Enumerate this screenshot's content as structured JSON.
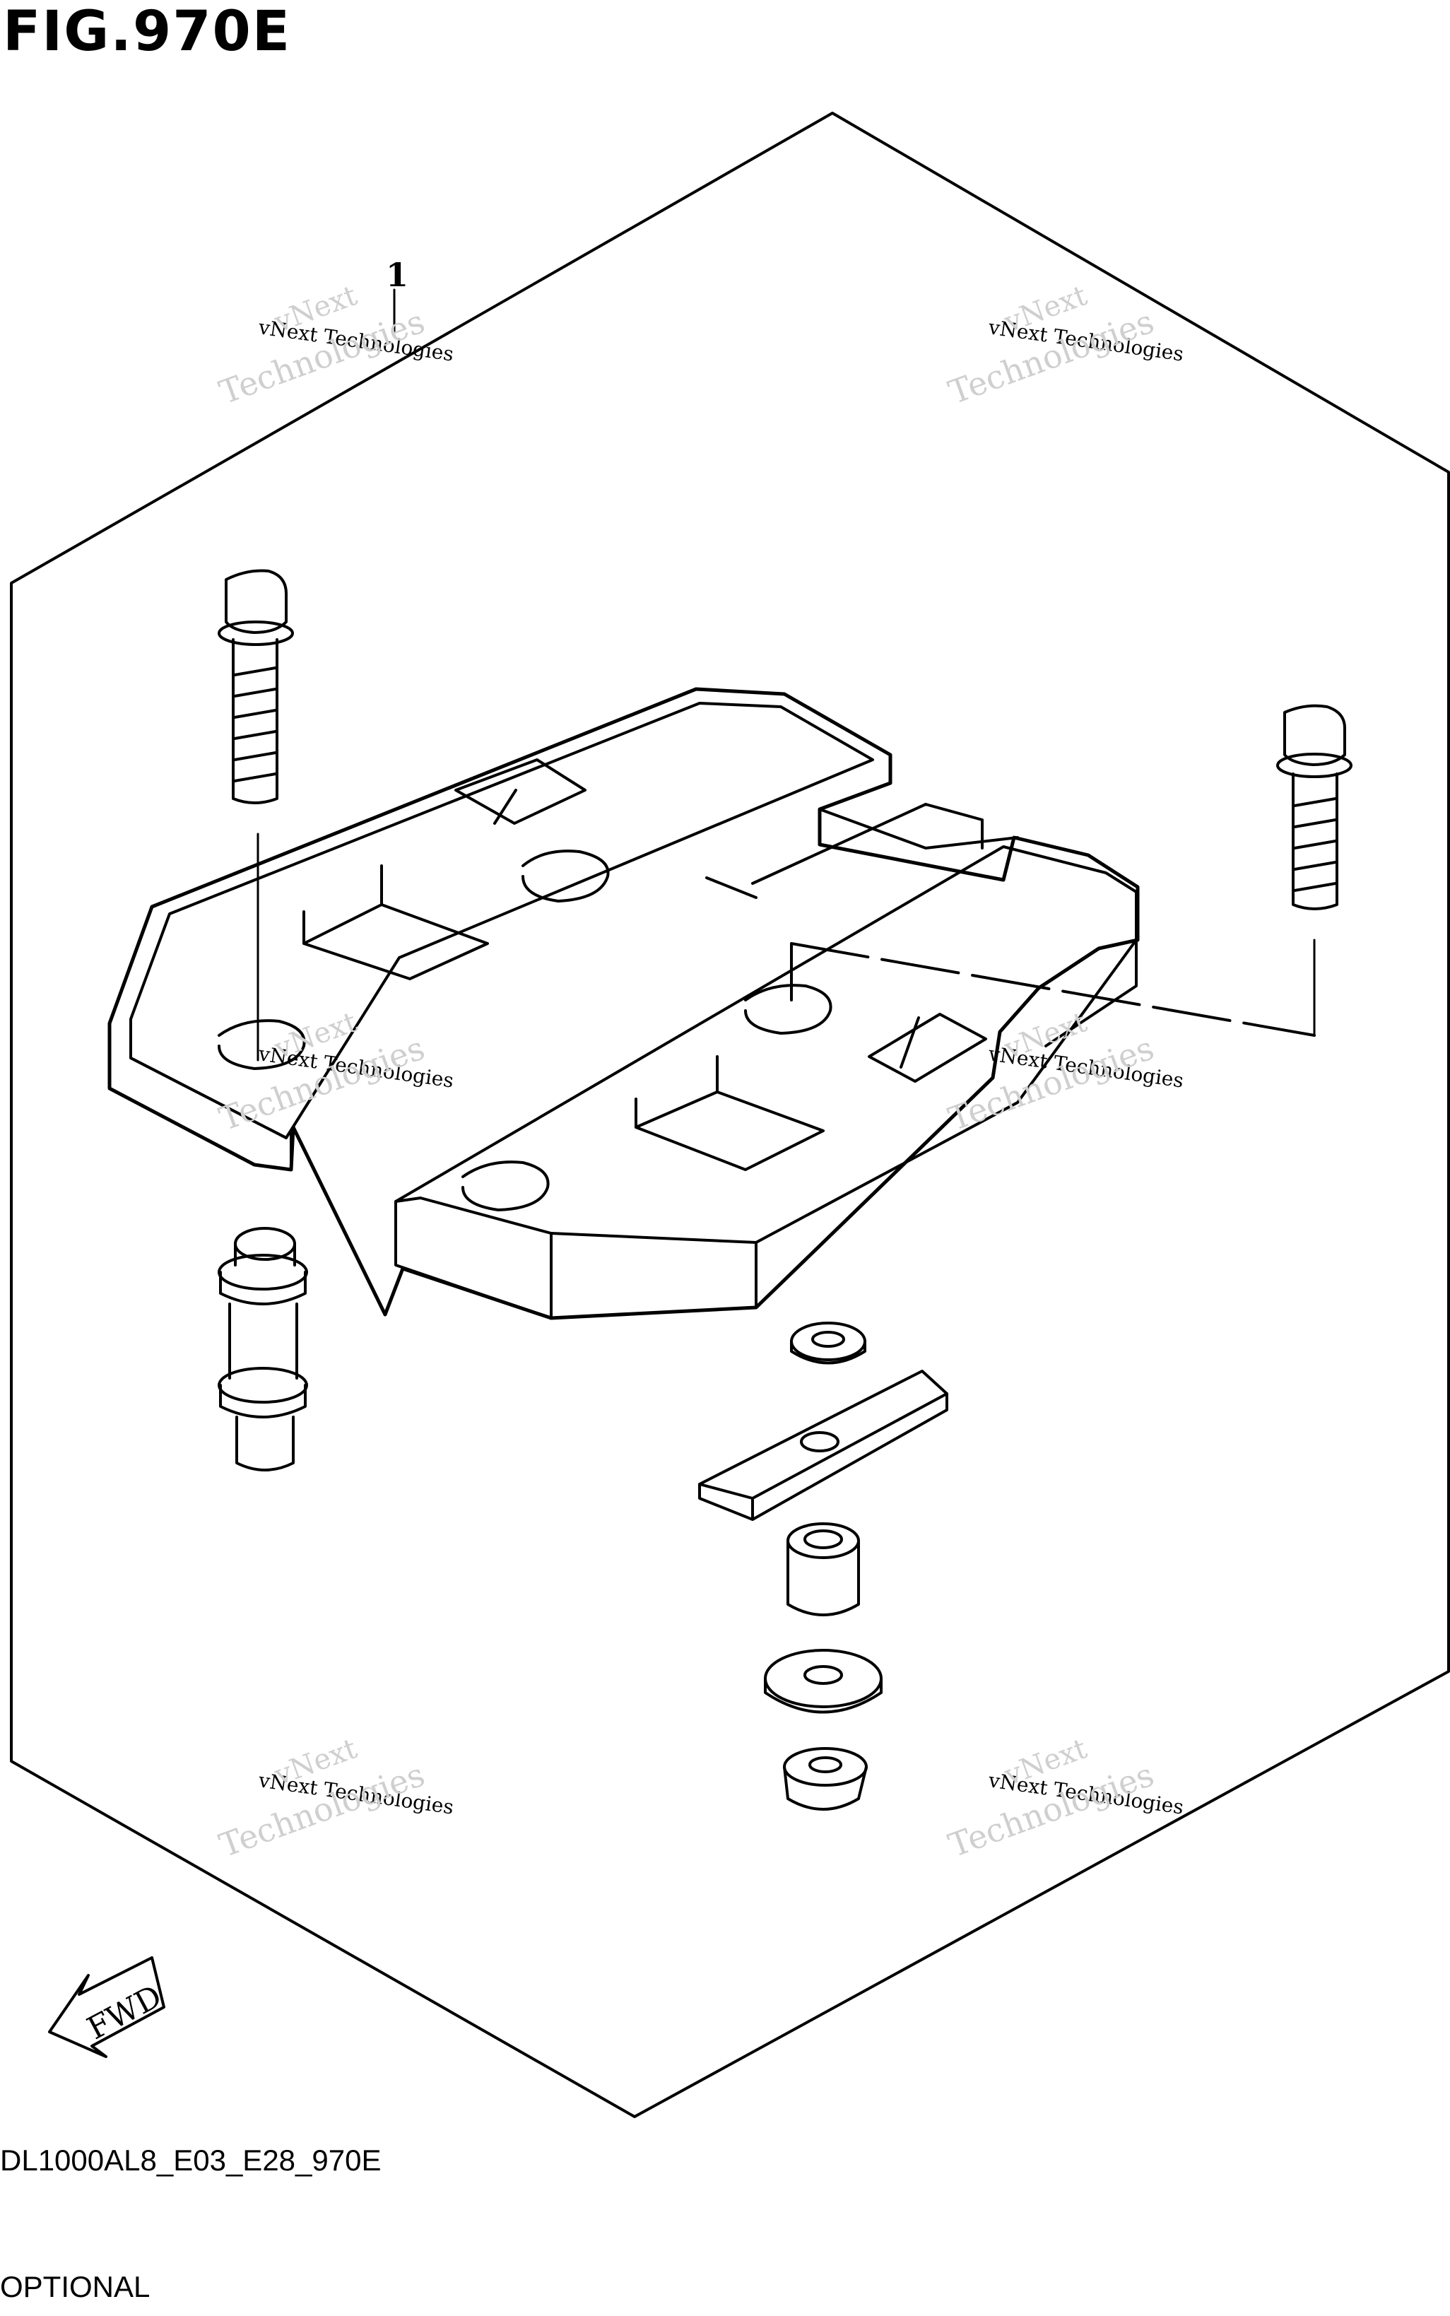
{
  "figure": {
    "title": "FIG.970E"
  },
  "callouts": [
    {
      "label": "1"
    }
  ],
  "watermark": {
    "line1": "vNext Technologies",
    "line2a": "vNext",
    "line2b": "Technologies"
  },
  "direction": {
    "label": "FWD"
  },
  "footer": {
    "model_code": "DL1000AL8_E03_E28_970E",
    "section": "OPTIONAL"
  }
}
